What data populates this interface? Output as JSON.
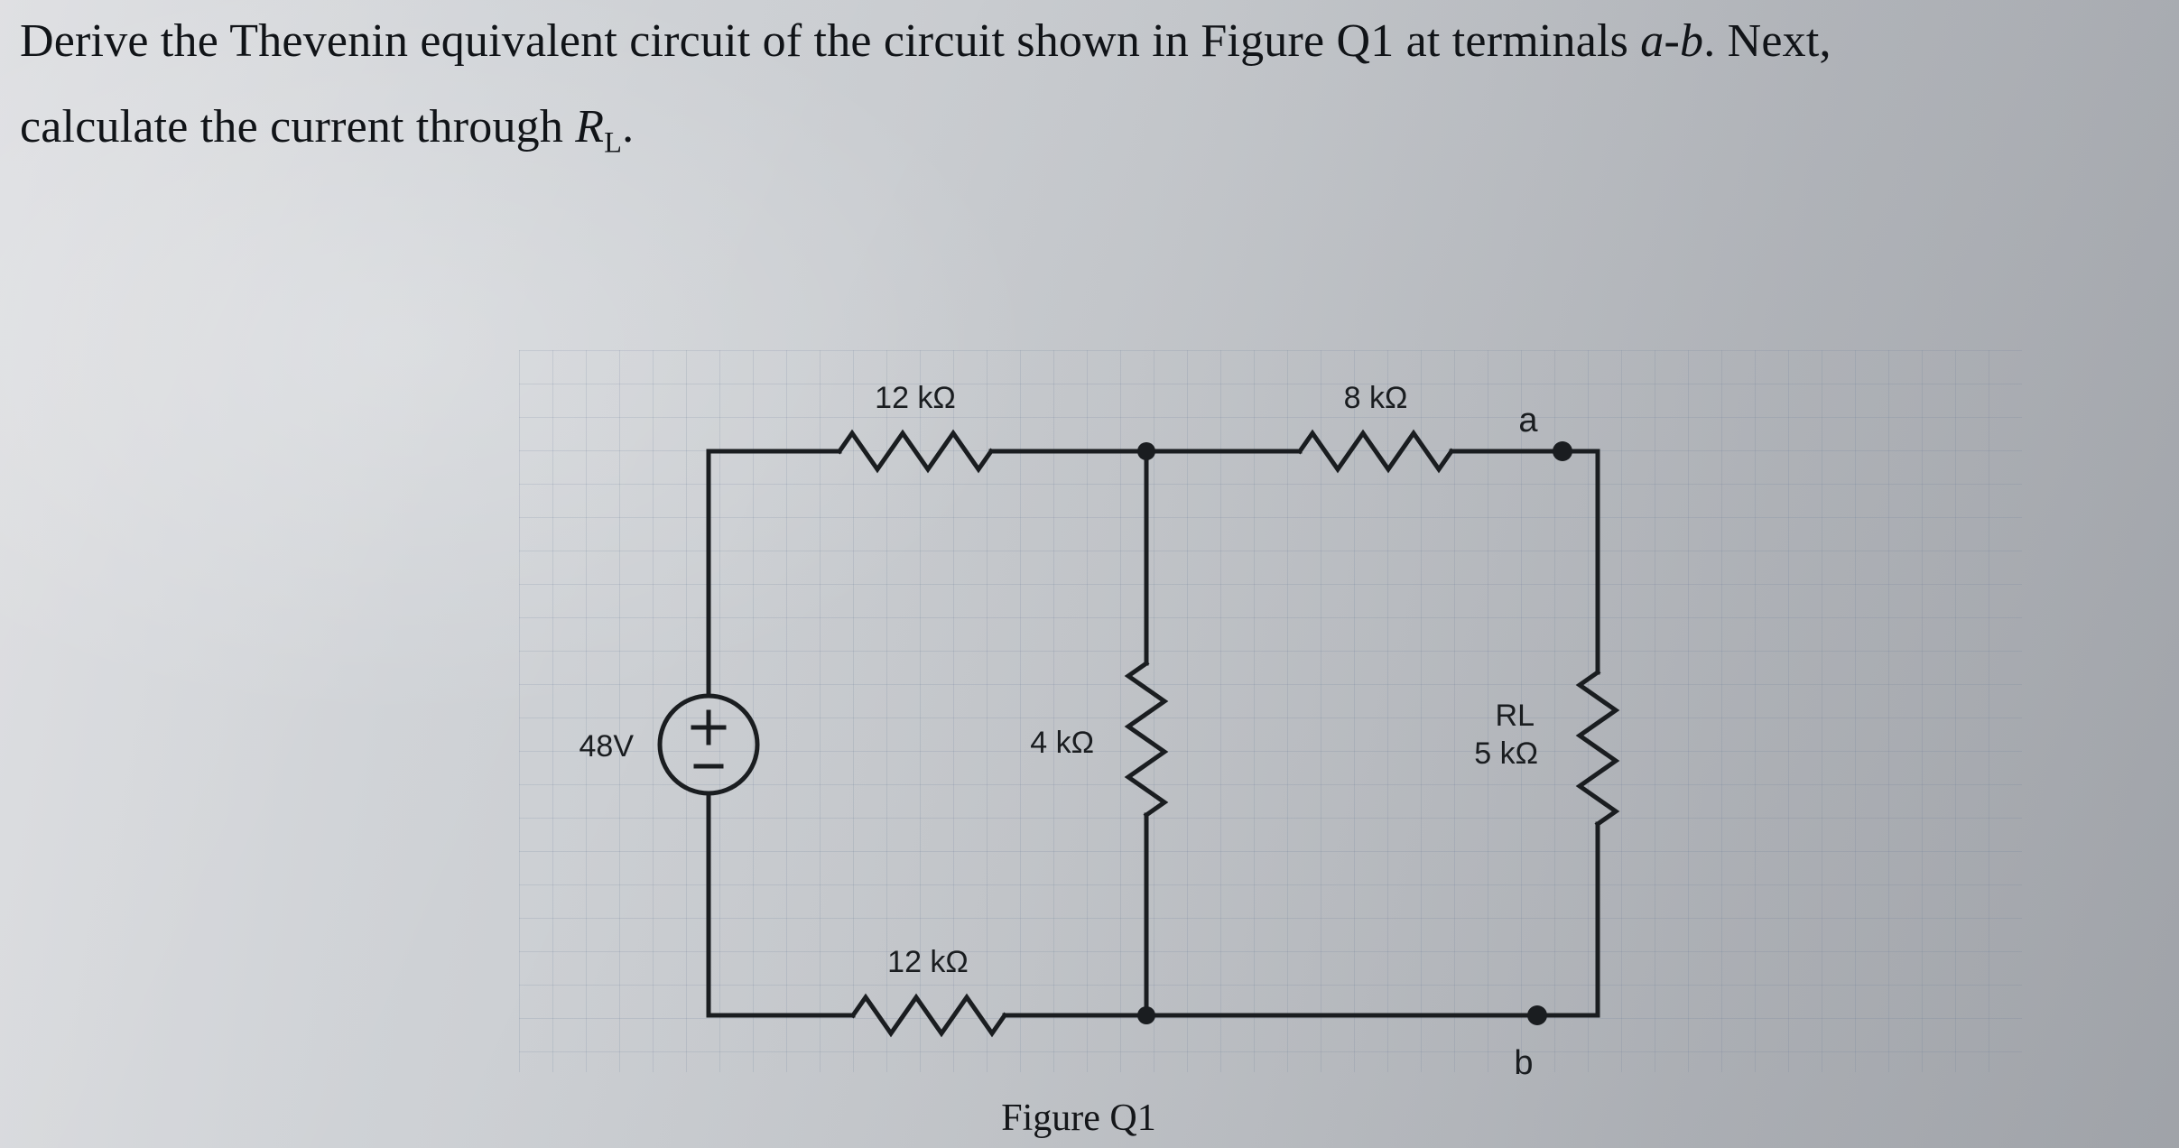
{
  "problem": {
    "line1_prefix": "Derive the Thevenin equivalent circuit of the circuit shown in Figure Q1 at terminals ",
    "line1_terminals": "a-b",
    "line1_suffix": ". Next,",
    "line2_prefix": "calculate the current through ",
    "line2_symbol": "R",
    "line2_subscript": "L",
    "line2_suffix": "."
  },
  "circuit": {
    "labels": {
      "resistor_top_left": "12 kΩ",
      "resistor_top_right": "8 kΩ",
      "terminal_a": "a",
      "resistor_middle": "4 kΩ",
      "voltage_source": "48V",
      "source_plus": "+",
      "source_minus": "−",
      "load_name": "RL",
      "load_value": "5 kΩ",
      "resistor_bottom": "12 kΩ",
      "terminal_b": "b"
    },
    "caption": "Figure Q1"
  },
  "colors": {
    "ink": "#1a1d20",
    "paper": "#c9ccd0"
  }
}
